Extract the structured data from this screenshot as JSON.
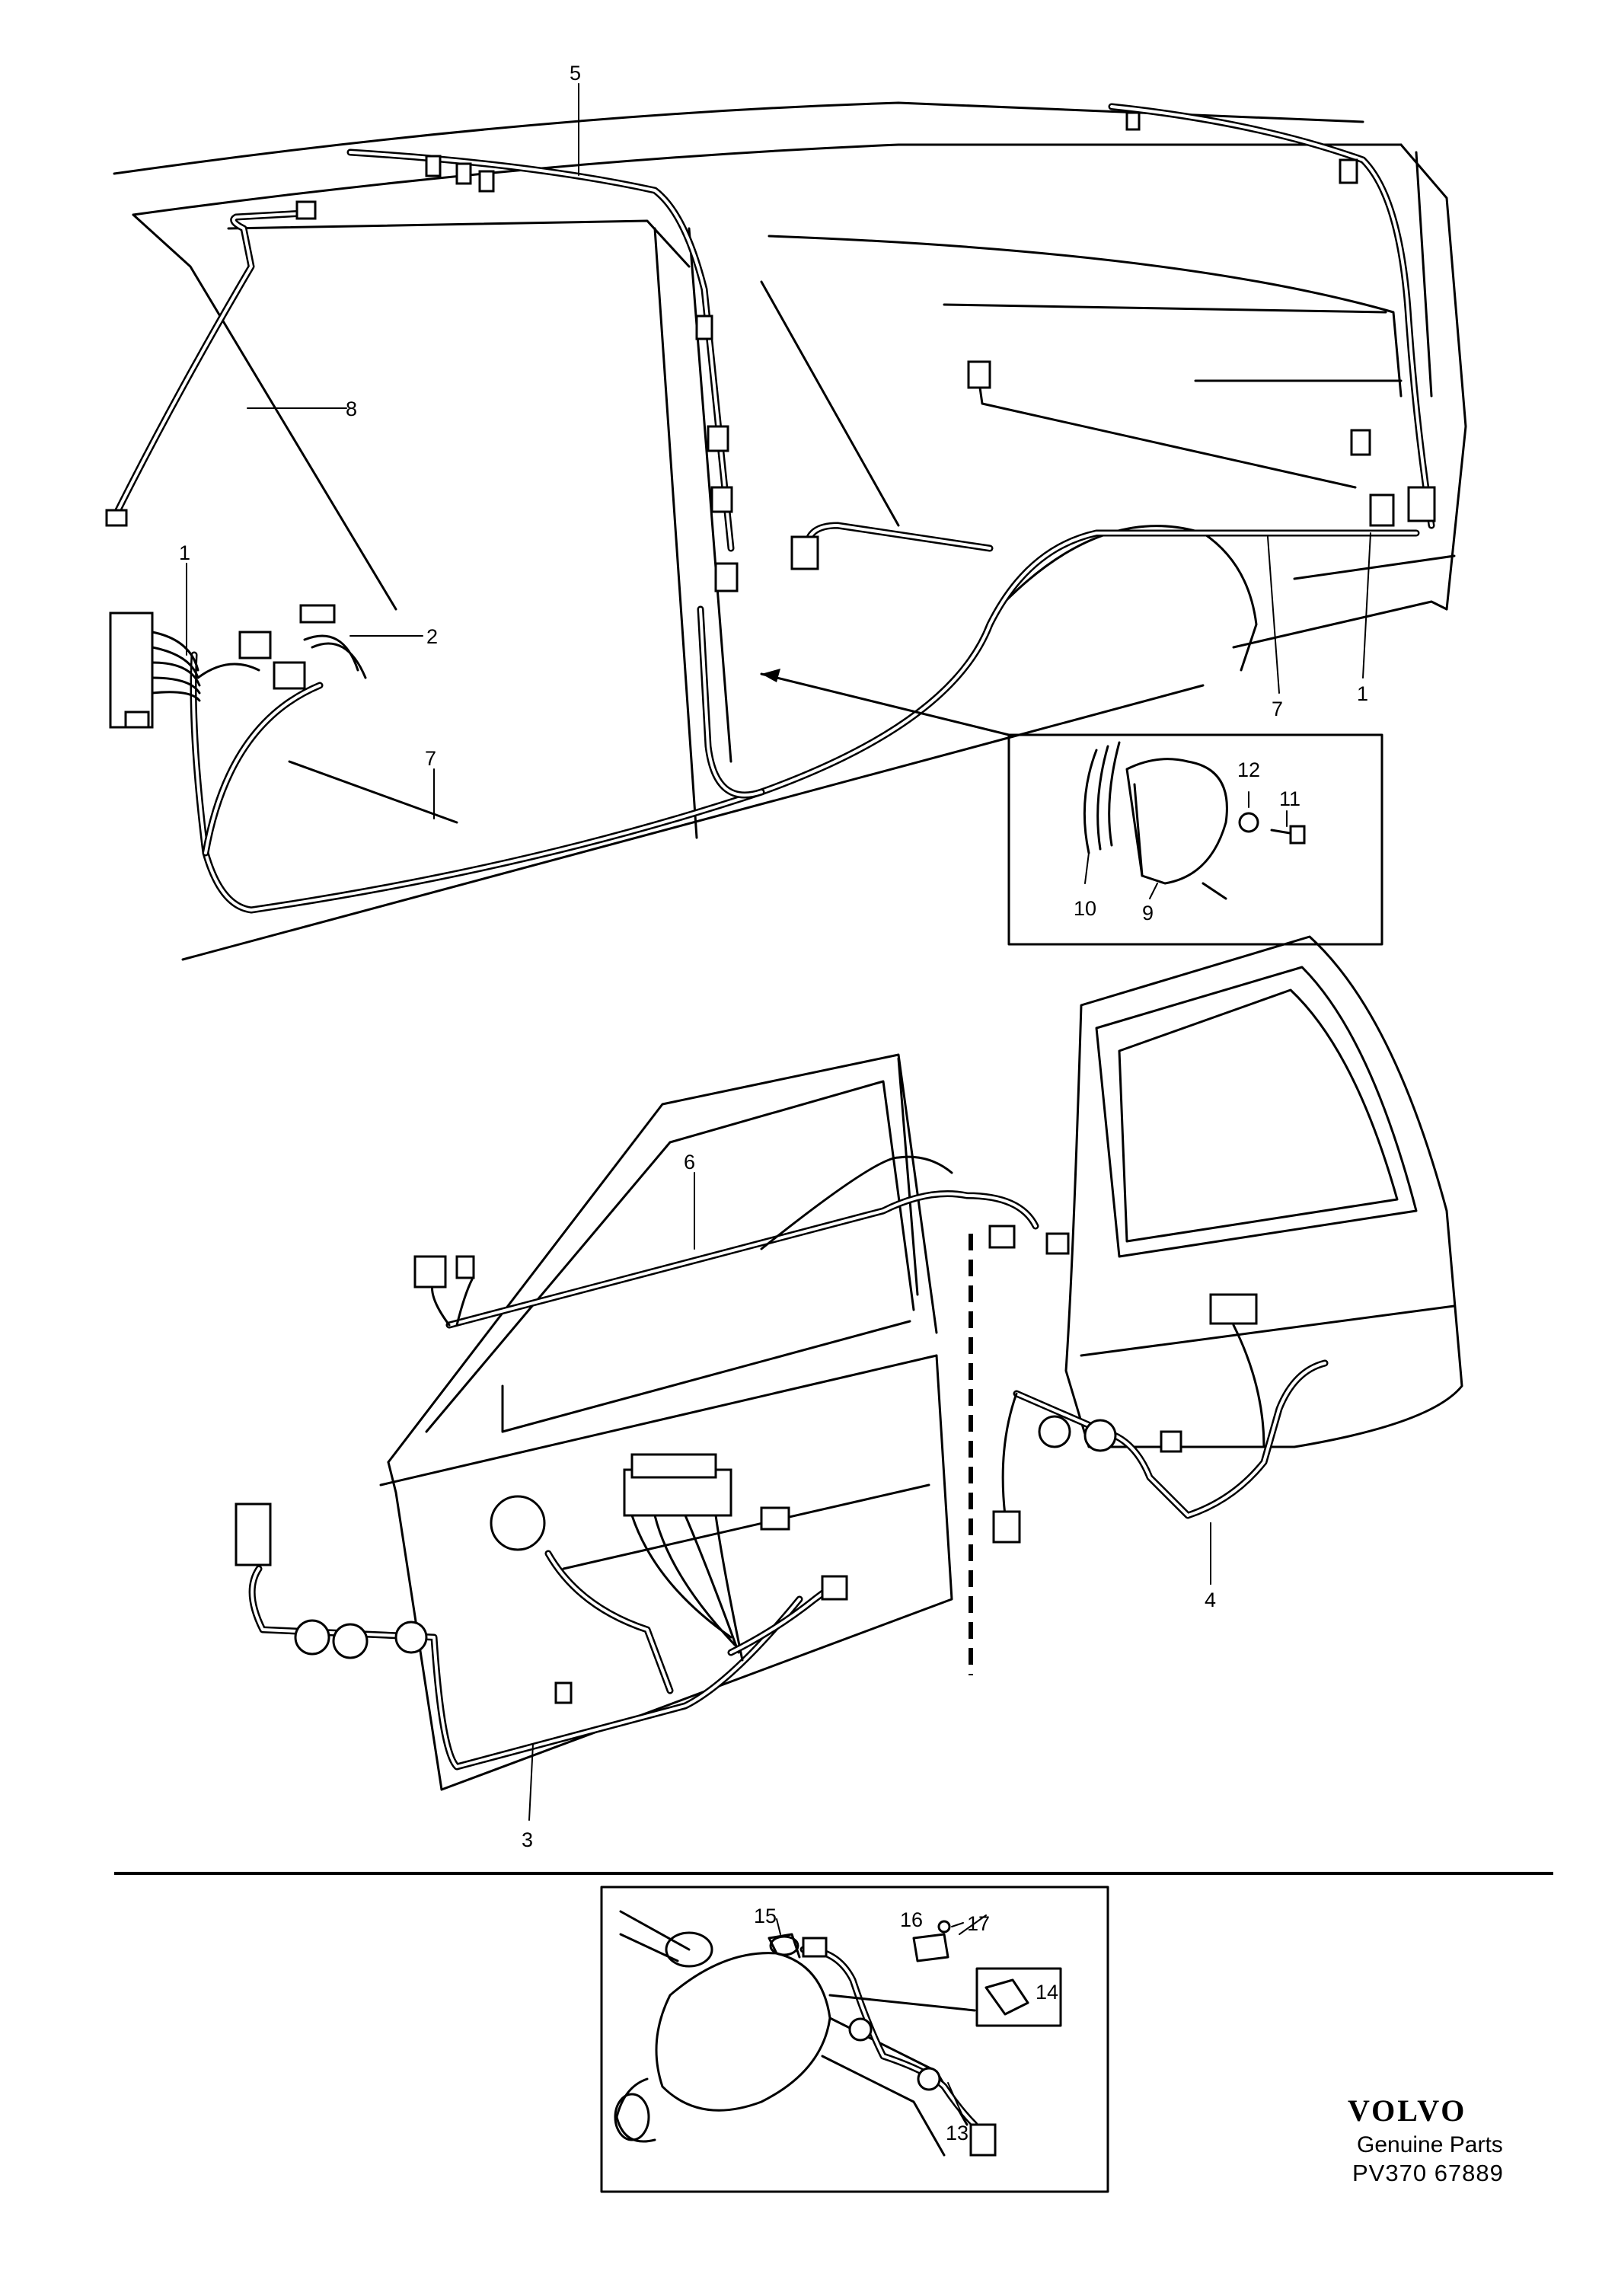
{
  "callouts": {
    "c1": "1",
    "c2": "2",
    "c3": "3",
    "c4": "4",
    "c5": "5",
    "c6": "6",
    "c7": "7",
    "c8": "8",
    "c9": "9",
    "c10": "10",
    "c11": "11",
    "c12": "12",
    "c13": "13",
    "c14": "14",
    "c15": "15",
    "c16": "16",
    "c17": "17"
  },
  "footer": {
    "brand": "VOLVO",
    "subtitle": "Genuine Parts",
    "code": "PV370 67889"
  }
}
